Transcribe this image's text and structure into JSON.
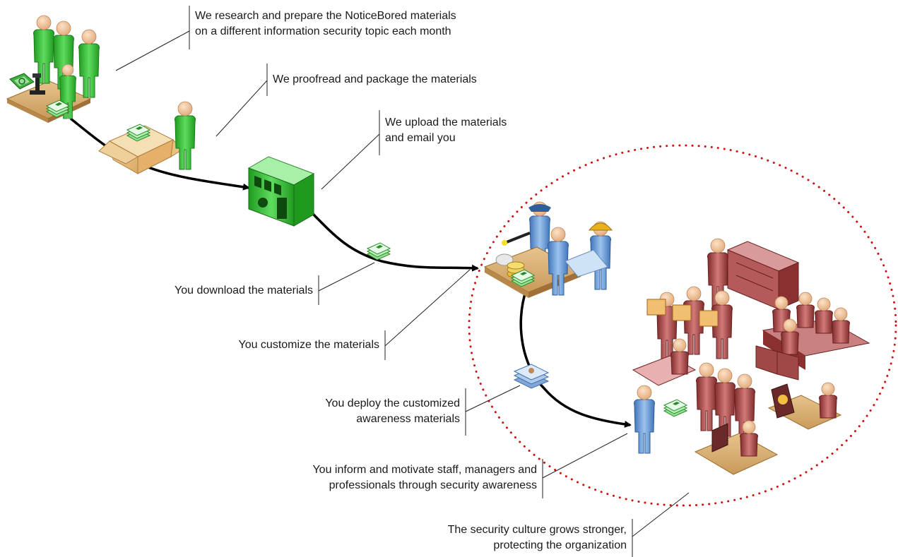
{
  "steps": [
    {
      "lines": [
        "We research and prepare the NoticeBored materials",
        "on a different information security topic each month"
      ]
    },
    {
      "lines": [
        "We proofread and package the materials"
      ]
    },
    {
      "lines": [
        "We upload the materials",
        "and email you"
      ]
    },
    {
      "lines": [
        "You download the materials"
      ]
    },
    {
      "lines": [
        "You customize the materials"
      ]
    },
    {
      "lines": [
        "You deploy the customized",
        "awareness materials"
      ]
    },
    {
      "lines": [
        "You inform and motivate staff, managers and",
        "professionals through security awareness"
      ]
    },
    {
      "lines": [
        "The security culture grows stronger,",
        "protecting the organization"
      ]
    }
  ],
  "colors": {
    "vendor_green": "#3fbf3f",
    "client_blue": "#6a9fd8",
    "org_red": "#b04a4a",
    "circle_dots": "#cc1111",
    "flow_arrow": "#000000"
  }
}
